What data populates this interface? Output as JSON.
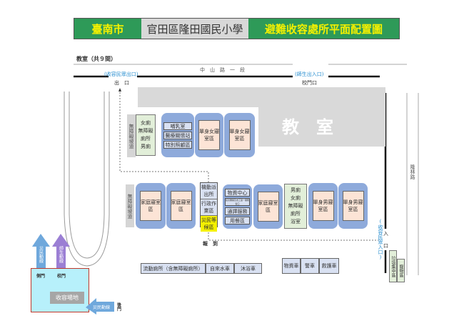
{
  "title": {
    "city": "臺南市",
    "school": "官田區隆田國民小學",
    "name": "避難收容處所平面配置圖"
  },
  "classroom_count": "教室（共９間）",
  "road_top": "中　山　路　一　段",
  "road_right": "隆林路",
  "exit_label": "(收容民眾出口)",
  "exit": "出　口",
  "gate_label": "(師生出入口)",
  "gate": "校門口",
  "classroom": "教　室",
  "ramp": "無障礙坡道",
  "row1": {
    "toilet": [
      "女廁",
      "無障礙",
      "廁所",
      "男廁"
    ],
    "services": [
      "哺乳室",
      "醫療關懷站",
      "特別照顧區"
    ],
    "units": [
      "單身女寢室區",
      "單身女寢室區"
    ]
  },
  "row2": {
    "units_left": [
      "家庭寢室區",
      "家庭寢室區"
    ],
    "stack": [
      "機動派出所",
      "行政作業區",
      "災民等候區"
    ],
    "services": [
      "物資中心",
      "慈善團體及志工單一服務窗口",
      "通譯服務",
      "用餐區"
    ],
    "family": "家庭寢室區",
    "toilet": [
      "男廁",
      "女廁",
      "無障礙",
      "廁所",
      "浴室"
    ],
    "units_right": [
      "單身男寢室區",
      "單身男寢室區"
    ]
  },
  "checkin": "報　到",
  "entrance_label": "(收容民眾入口)",
  "entrance": [
    "入",
    "口"
  ],
  "garbage": "垃圾集中區",
  "pet": "寵物區",
  "vehicles_left": [
    "流動廁所（含無障礙廁所）",
    "自來水車",
    "沐浴車"
  ],
  "vehicles_right": [
    "物資車",
    "警車",
    "救護車"
  ],
  "evac": {
    "victim_route": "災民動線",
    "staff_route": "師生動線",
    "side_gate": "側門",
    "school_gate": "校門",
    "venue": "收容場地",
    "back_gate": "後門"
  }
}
